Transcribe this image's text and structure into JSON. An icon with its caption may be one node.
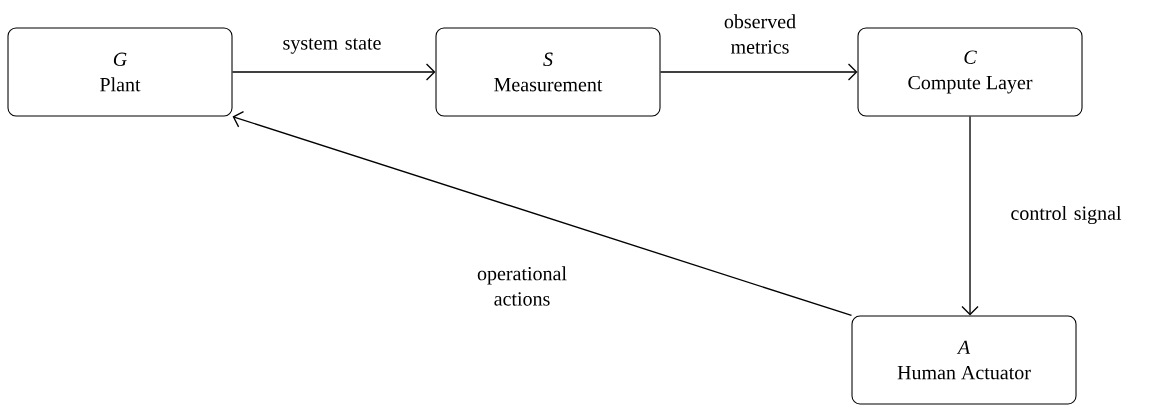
{
  "diagram": {
    "nodes": [
      {
        "text": [
          "G",
          "Plant"
        ]
      },
      {
        "text": [
          "S",
          "Measurement"
        ]
      },
      {
        "text": [
          "C",
          "Compute Layer"
        ]
      },
      {
        "text": [
          "A",
          "Human Actuator"
        ]
      }
    ],
    "edges": [
      {
        "from": 0,
        "to": 1,
        "arrow": "to",
        "label": "system state"
      },
      {
        "from": 1,
        "to": 2,
        "arrow": "to",
        "label": "observed metrics"
      },
      {
        "from": 2,
        "to": 3,
        "arrow": "to",
        "label": "control signal"
      },
      {
        "from": 3,
        "to": 0,
        "arrow": "to",
        "label": "operational actions"
      }
    ]
  }
}
